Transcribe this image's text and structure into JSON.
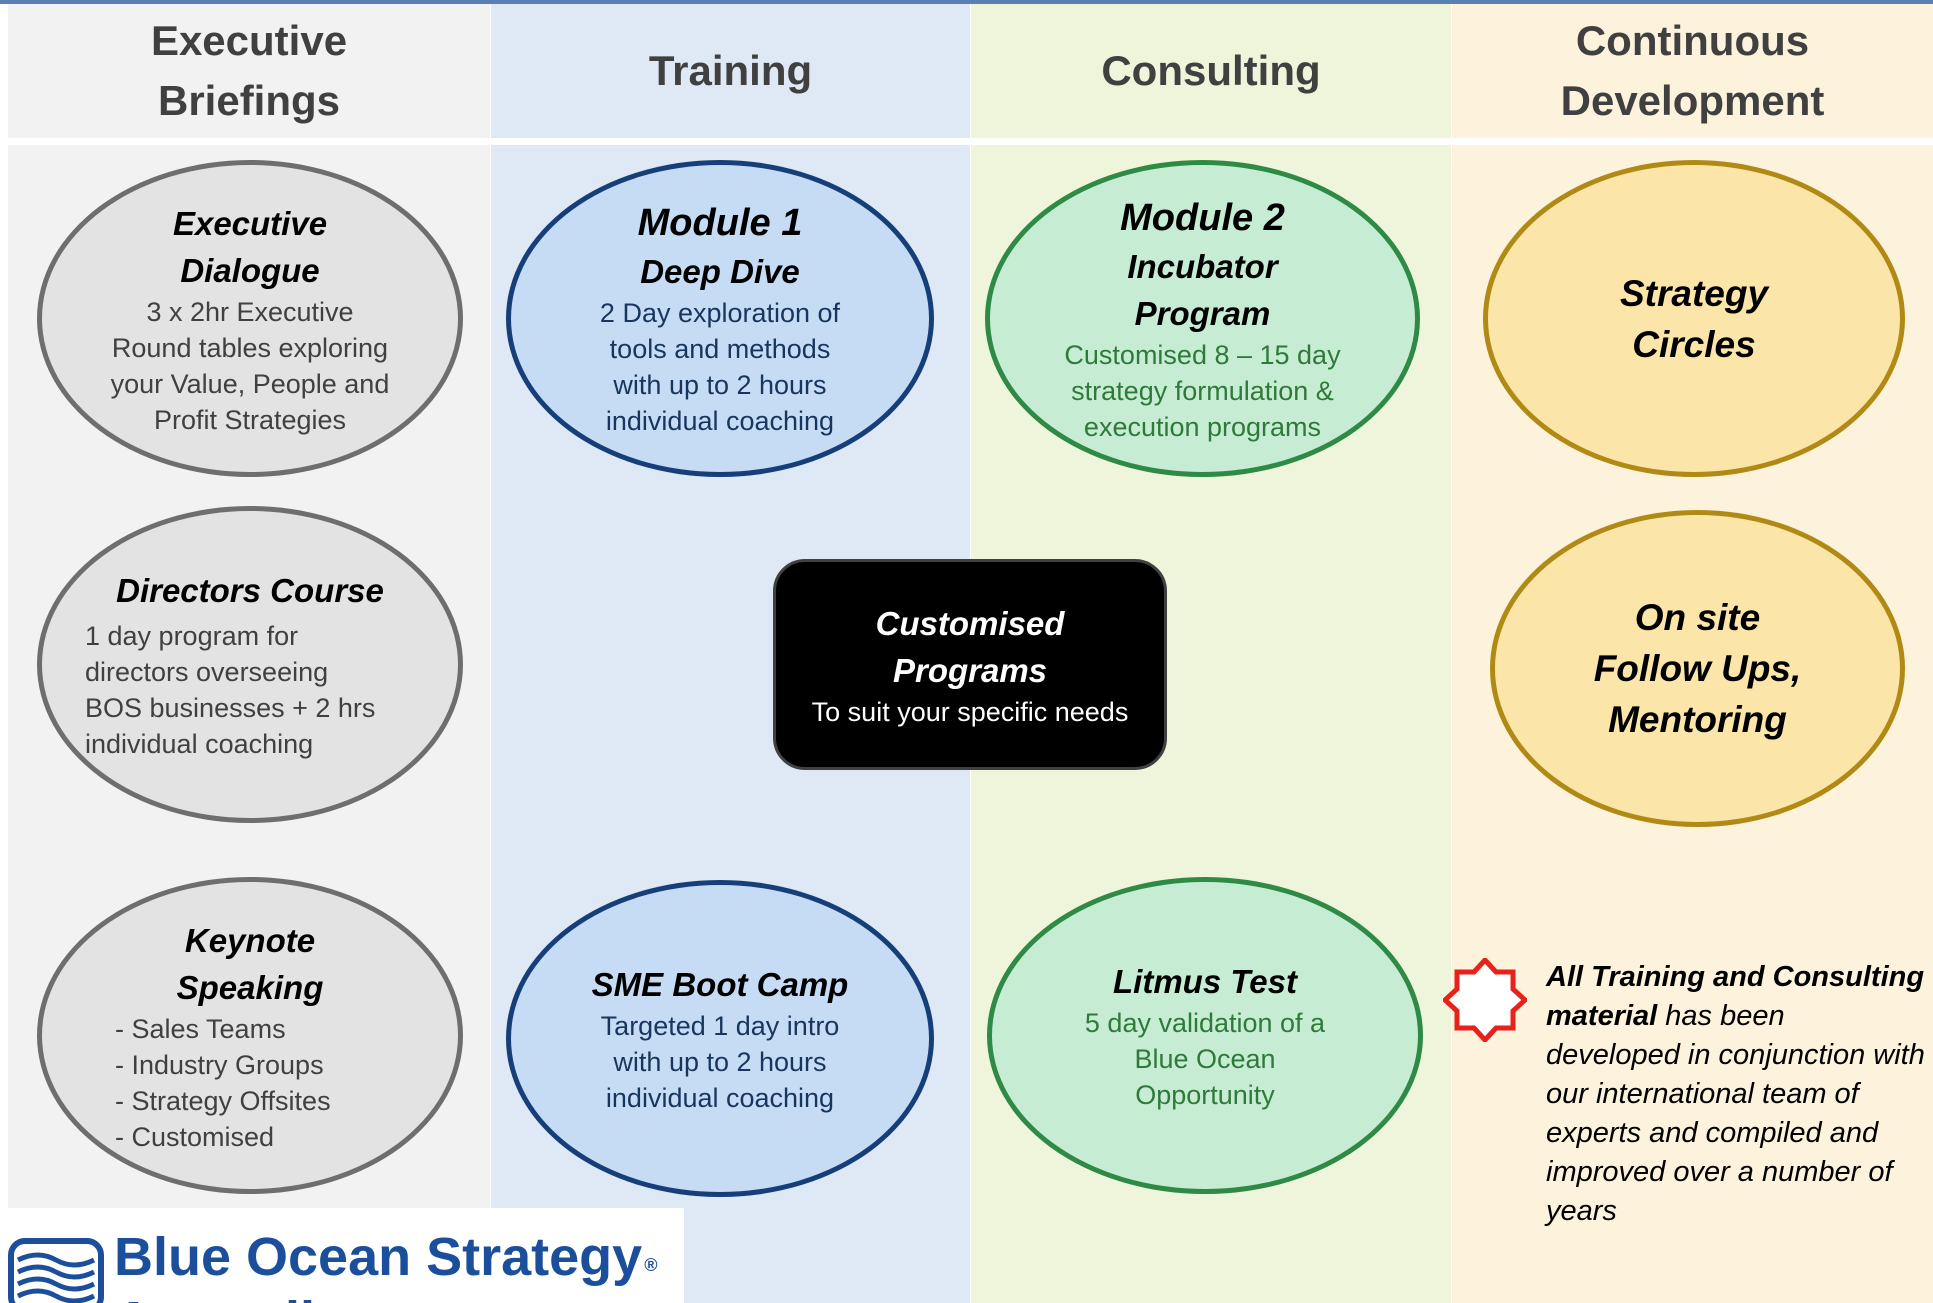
{
  "columns": [
    {
      "title": "Executive\nBriefings",
      "bg": "#f2f2f2"
    },
    {
      "title": "Training",
      "bg": "#dfe9f6"
    },
    {
      "title": "Consulting",
      "bg": "#eef5da"
    },
    {
      "title": "Continuous\nDevelopment",
      "bg": "#fdf3dd"
    }
  ],
  "executive": {
    "dialogue": {
      "title": "Executive\nDialogue",
      "body": "3 x 2hr Executive\nRound tables exploring\nyour Value, People and\nProfit Strategies"
    },
    "directors": {
      "title": "Directors Course",
      "body": "1 day program for\ndirectors overseeing\nBOS businesses + 2 hrs\nindividual coaching"
    },
    "keynote": {
      "title": "Keynote\nSpeaking",
      "body": "- Sales Teams\n- Industry Groups\n- Strategy Offsites\n- Customised"
    }
  },
  "training": {
    "module1": {
      "title": "Module 1",
      "subtitle": "Deep Dive",
      "body": "2 Day exploration of\ntools and methods\nwith up to 2 hours\nindividual coaching"
    },
    "bootcamp": {
      "title": "SME Boot Camp",
      "body": "Targeted 1 day intro\nwith up to 2 hours\nindividual coaching"
    }
  },
  "consulting": {
    "module2": {
      "title": "Module 2",
      "subtitle": "Incubator\nProgram",
      "body": "Customised 8 – 15 day\nstrategy formulation &\nexecution programs"
    },
    "litmus": {
      "title": "Litmus Test",
      "body": "5 day validation of a\nBlue Ocean\nOpportunity"
    }
  },
  "continuous": {
    "circles": {
      "title": "Strategy\nCircles"
    },
    "onsite": {
      "title": "On site\nFollow Ups,\nMentoring"
    }
  },
  "center": {
    "title": "Customised\nPrograms",
    "body": "To suit your specific needs"
  },
  "note": {
    "bold": "All Training and Consulting material",
    "rest": " has been developed in conjunction with our international team of experts and compiled and improved over a number of years"
  },
  "logo": {
    "name": "Blue Ocean Strategy",
    "mark": "®",
    "sub": "Australia"
  },
  "colors": {
    "gray": "#e3e3e3",
    "blue": "#c6dcf5",
    "green": "#c7ecd4",
    "gold": "#fce5a8",
    "logo": "#1b4f9c",
    "star": "#e8221b"
  },
  "icons": {
    "star": "eight-point-star-icon",
    "logo": "waves-logo-icon"
  }
}
